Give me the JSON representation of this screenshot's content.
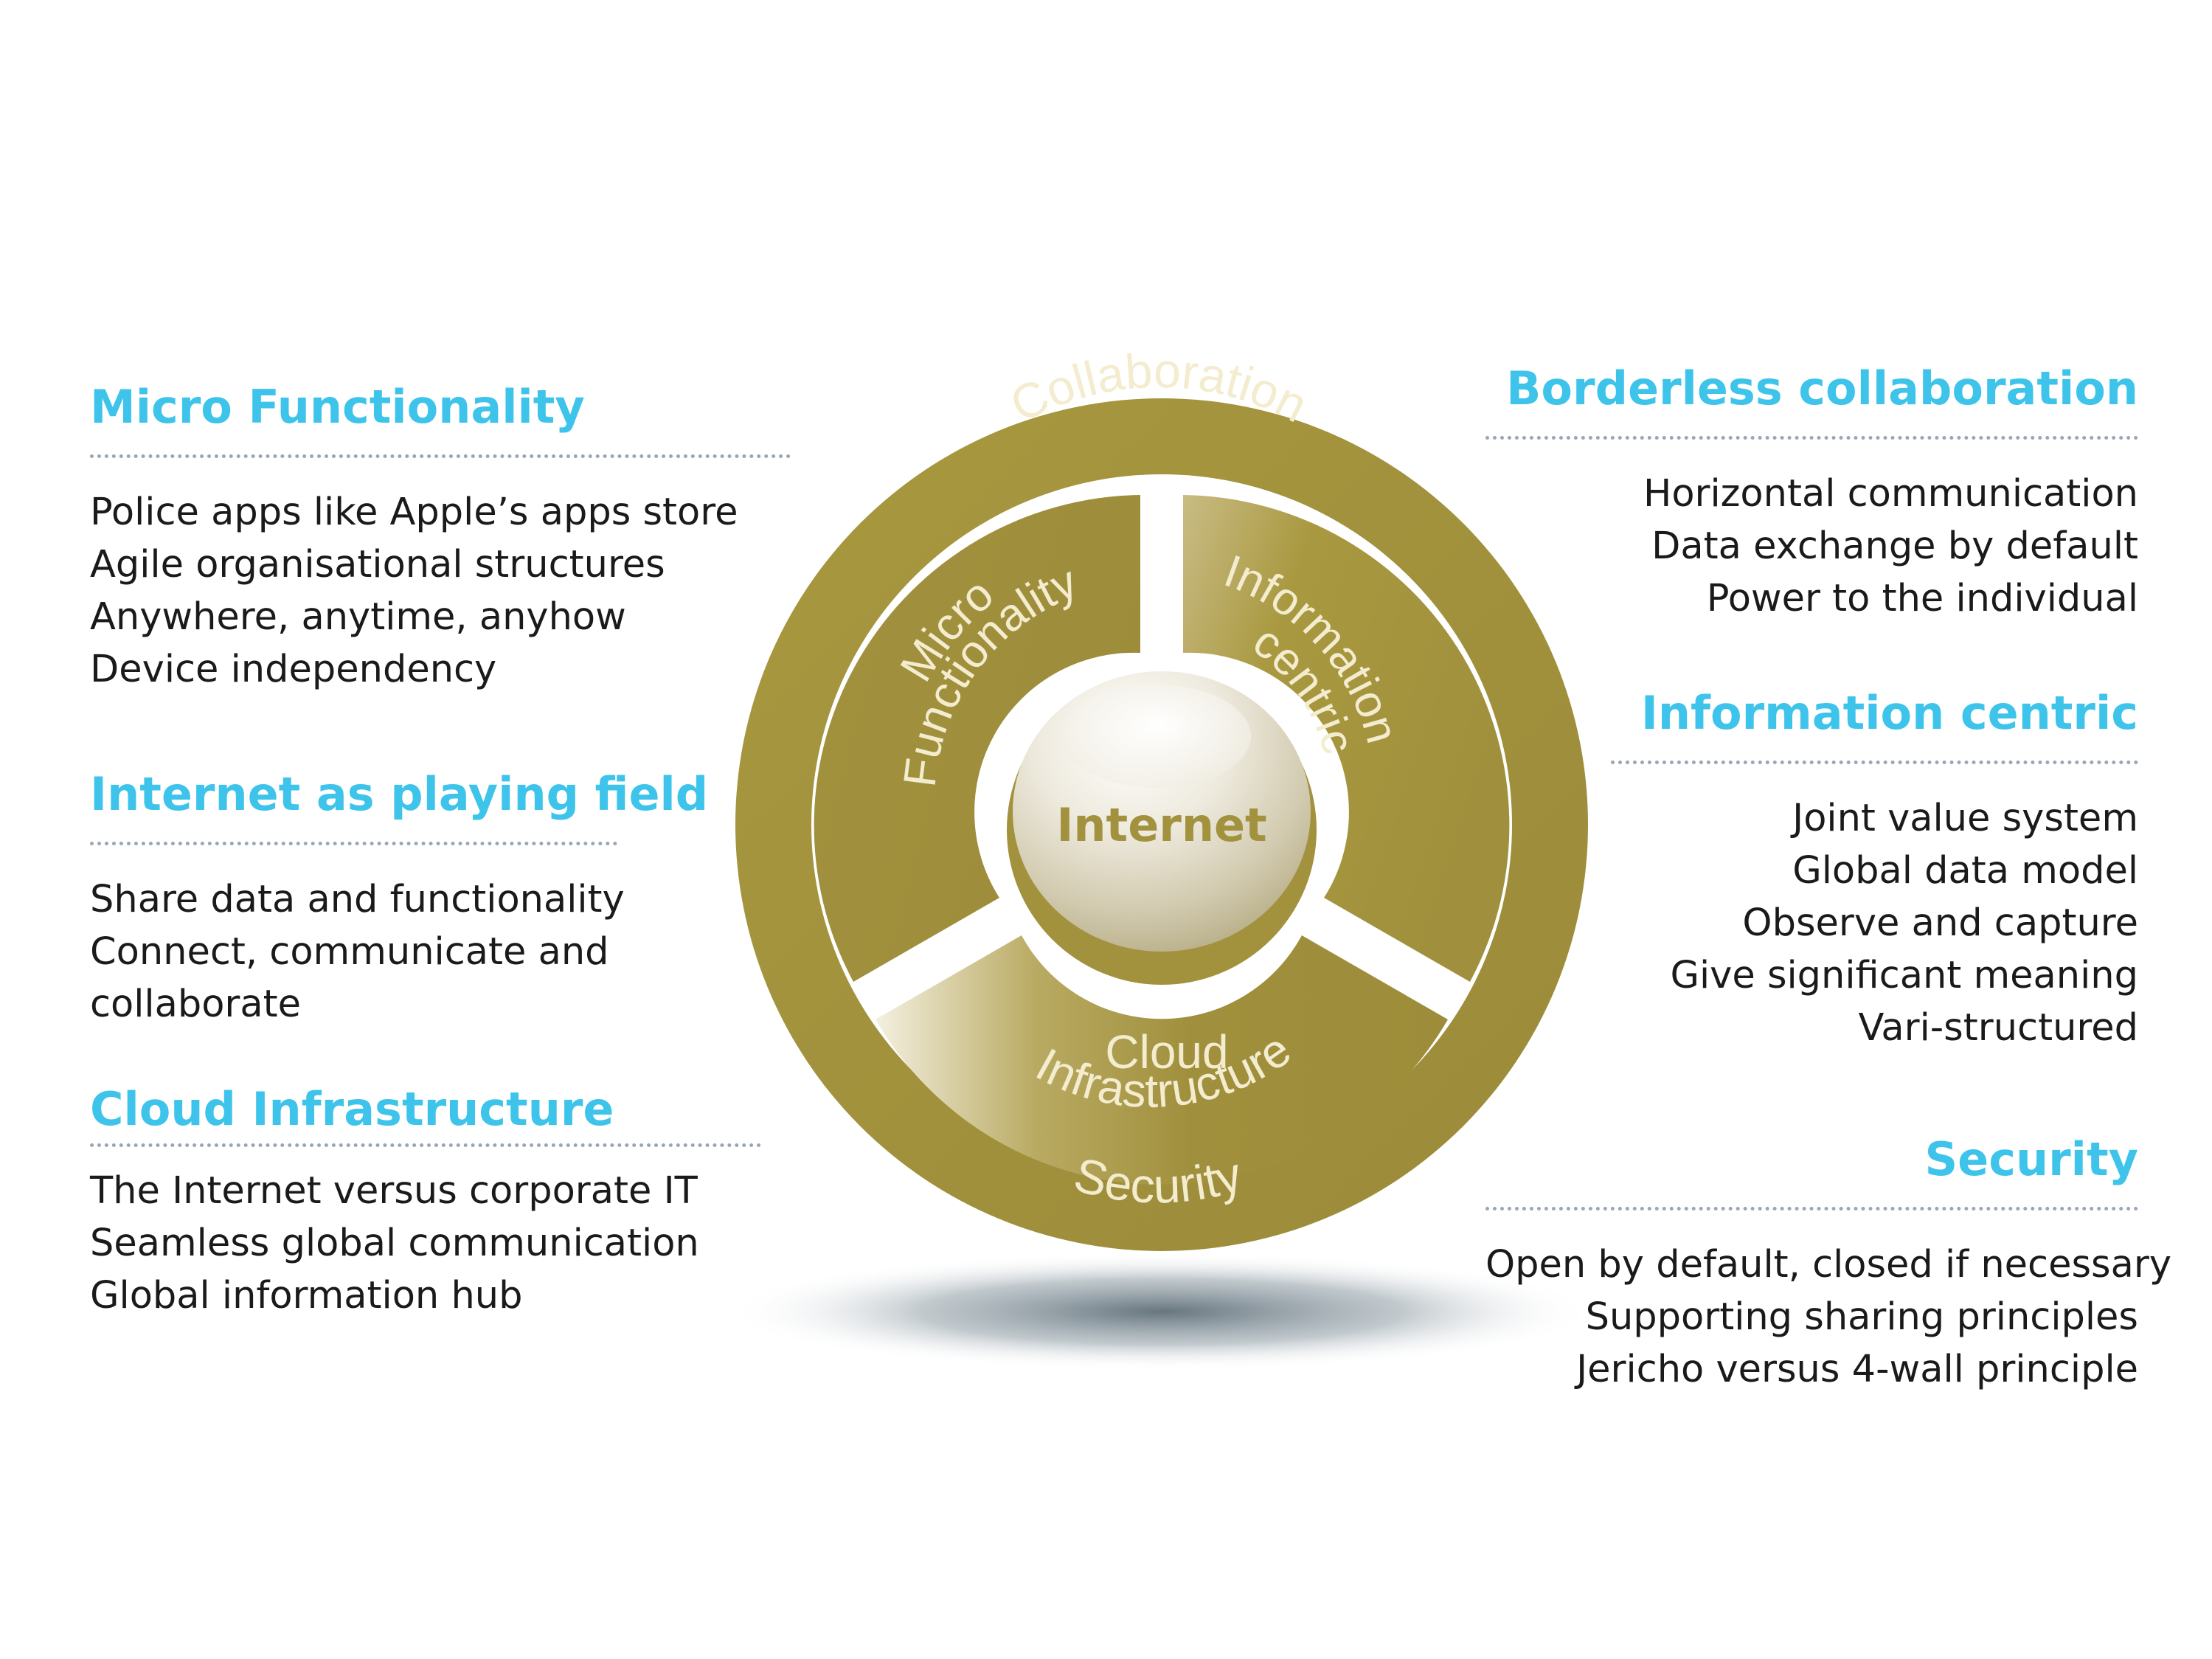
{
  "ring": {
    "outer_label_top": "Collaboration",
    "outer_label_bottom": "Security"
  },
  "segments": {
    "micro_line1": "Micro",
    "micro_line2": "Functionality",
    "info_line1": "Information",
    "info_line2": "centric",
    "cloud_line1": "Cloud",
    "cloud_line2": "Infrastructure"
  },
  "center": {
    "label": "Internet"
  },
  "colors": {
    "gold": "#a0903f",
    "gold_dark": "#8f7f34",
    "heading": "#3ec4ea",
    "body_text": "#1a1a1a",
    "divider": "#9aa6b8",
    "shadow": "#5e6e78"
  },
  "left_sections": [
    {
      "title": "Micro Functionality",
      "items": [
        "Police apps like Apple’s apps store",
        "Agile organisational structures",
        "Anywhere, anytime, anyhow",
        "Device independency"
      ]
    },
    {
      "title": "Internet as playing field",
      "items": [
        "Share data and functionality",
        "Connect, communicate and",
        "collaborate"
      ]
    },
    {
      "title": "Cloud Infrastructure",
      "items": [
        "The Internet versus corporate IT",
        "Seamless global communication",
        "Global information hub"
      ]
    }
  ],
  "right_sections": [
    {
      "title": "Borderless collaboration",
      "items": [
        "Horizontal communication",
        "Data exchange by default",
        "Power to the individual"
      ]
    },
    {
      "title": "Information centric",
      "items": [
        "Joint value system",
        "Global data model",
        "Observe and capture",
        "Give significant meaning",
        "Vari-structured"
      ]
    },
    {
      "title": "Security",
      "items": [
        "Open by default, closed if necessary",
        "Supporting sharing principles",
        "Jericho versus 4-wall principle"
      ]
    }
  ]
}
